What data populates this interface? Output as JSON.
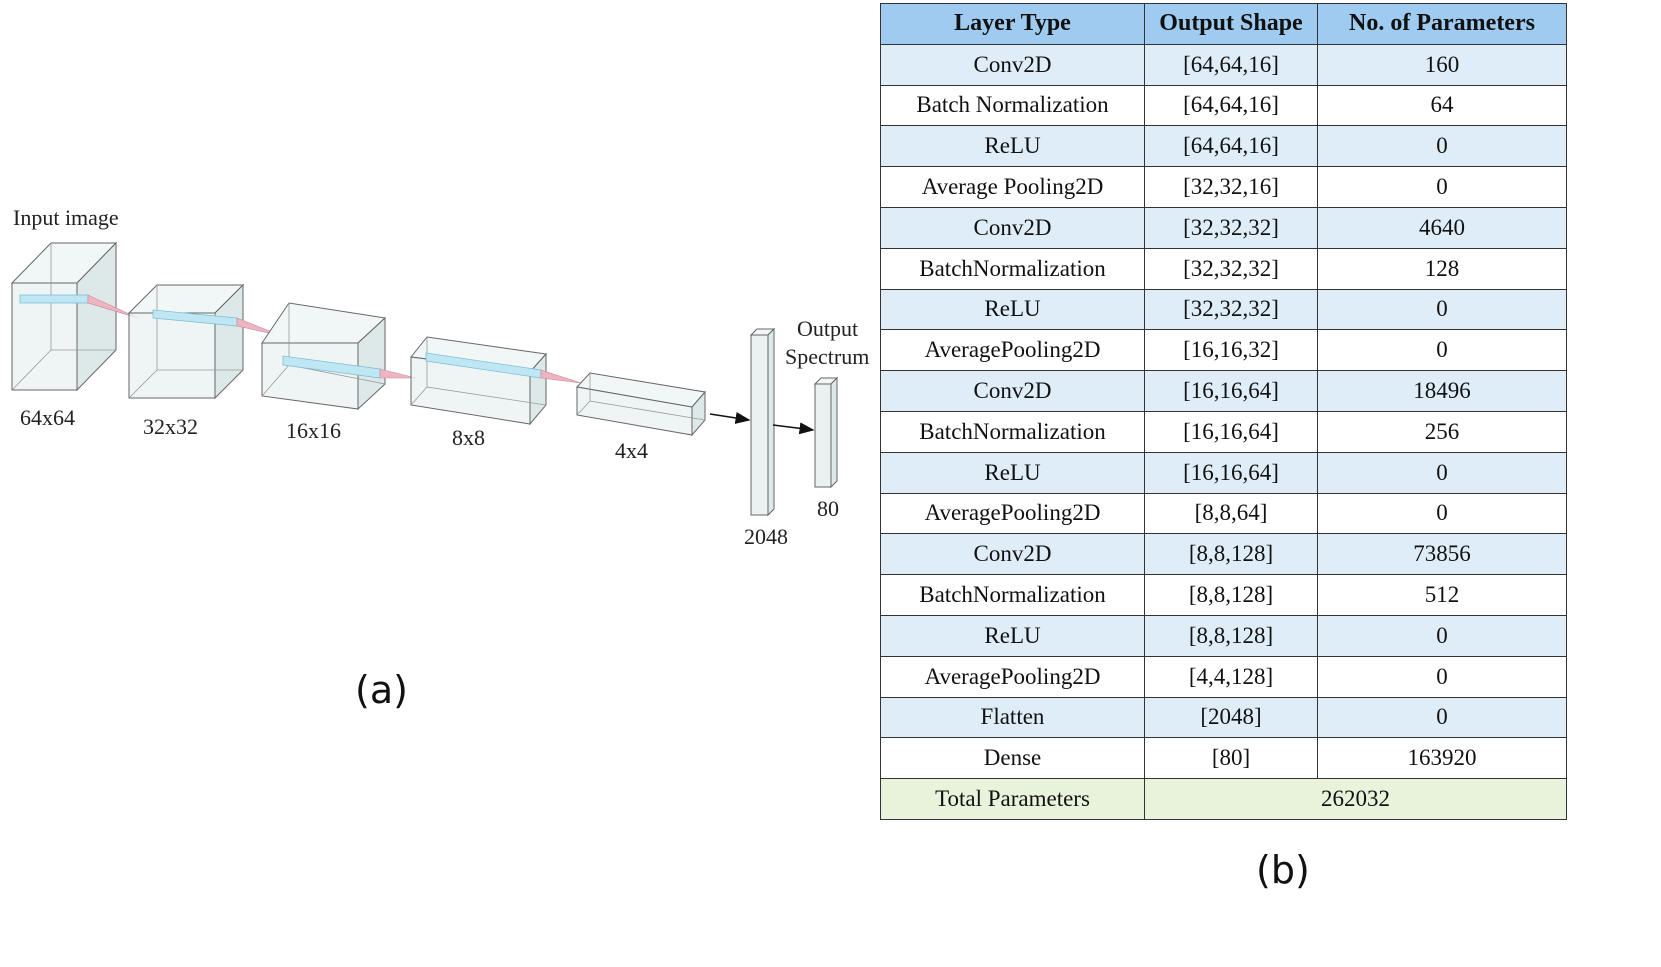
{
  "diagram": {
    "input_label": "Input image",
    "output_label_line1": "Output",
    "output_label_line2": "Spectrum",
    "blocks": [
      "64x64",
      "32x32",
      "16x16",
      "8x8",
      "4x4"
    ],
    "vectors": [
      "2048",
      "80"
    ],
    "panel_label": "(a)"
  },
  "table": {
    "headers": [
      "Layer Type",
      "Output Shape",
      "No. of Parameters"
    ],
    "rows": [
      [
        "Conv2D",
        "[64,64,16]",
        "160"
      ],
      [
        "Batch Normalization",
        "[64,64,16]",
        "64"
      ],
      [
        "ReLU",
        "[64,64,16]",
        "0"
      ],
      [
        "Average Pooling2D",
        "[32,32,16]",
        "0"
      ],
      [
        "Conv2D",
        "[32,32,32]",
        "4640"
      ],
      [
        "BatchNormalization",
        "[32,32,32]",
        "128"
      ],
      [
        "ReLU",
        "[32,32,32]",
        "0"
      ],
      [
        "AveragePooling2D",
        "[16,16,32]",
        "0"
      ],
      [
        "Conv2D",
        "[16,16,64]",
        "18496"
      ],
      [
        "BatchNormalization",
        "[16,16,64]",
        "256"
      ],
      [
        "ReLU",
        "[16,16,64]",
        "0"
      ],
      [
        "AveragePooling2D",
        "[8,8,64]",
        "0"
      ],
      [
        "Conv2D",
        "[8,8,128]",
        "73856"
      ],
      [
        "BatchNormalization",
        "[8,8,128]",
        "512"
      ],
      [
        "ReLU",
        "[8,8,128]",
        "0"
      ],
      [
        "AveragePooling2D",
        "[4,4,128]",
        "0"
      ],
      [
        "Flatten",
        "[2048]",
        "0"
      ],
      [
        "Dense",
        "[80]",
        "163920"
      ]
    ],
    "total_label": "Total Parameters",
    "total_value": "262032",
    "panel_label": "(b)",
    "colors": {
      "header": "#9fcbf0",
      "row_alt": "#deedf8",
      "total": "#e9f3dc"
    }
  }
}
